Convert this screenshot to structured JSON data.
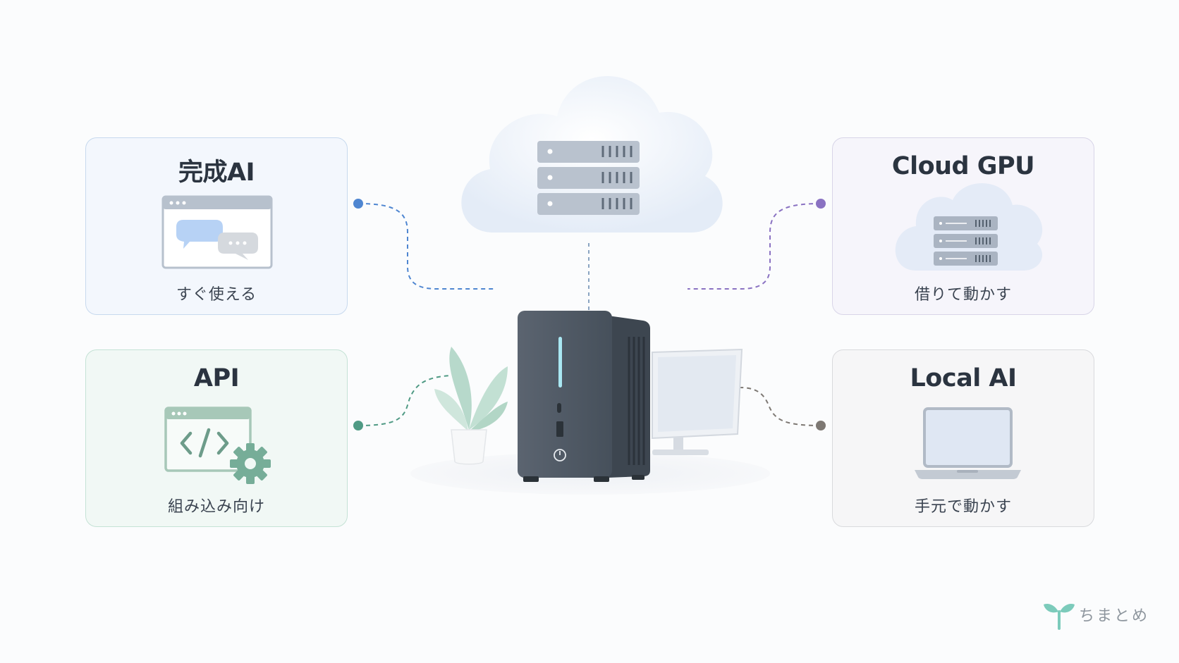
{
  "cards": {
    "kansei": {
      "title": "完成AI",
      "subtitle": "すぐ使える",
      "connector_color": "#4f86d1"
    },
    "api": {
      "title": "API",
      "subtitle": "組み込み向け",
      "connector_color": "#4f9a84"
    },
    "cloud_gpu": {
      "title": "Cloud GPU",
      "subtitle": "借りて動かす",
      "connector_color": "#8a72c2"
    },
    "local_ai": {
      "title": "Local AI",
      "subtitle": "手元で動かす",
      "connector_color": "#7d7873"
    }
  },
  "center": {
    "cloud_icon": "cloud-server-icon",
    "device_icon": "mini-pc-icon",
    "monitor_icon": "monitor-icon",
    "plant_icon": "plant-icon"
  },
  "brand": {
    "name": "ちまとめ",
    "icon": "sprout-icon",
    "color": "#7ccbbb"
  }
}
